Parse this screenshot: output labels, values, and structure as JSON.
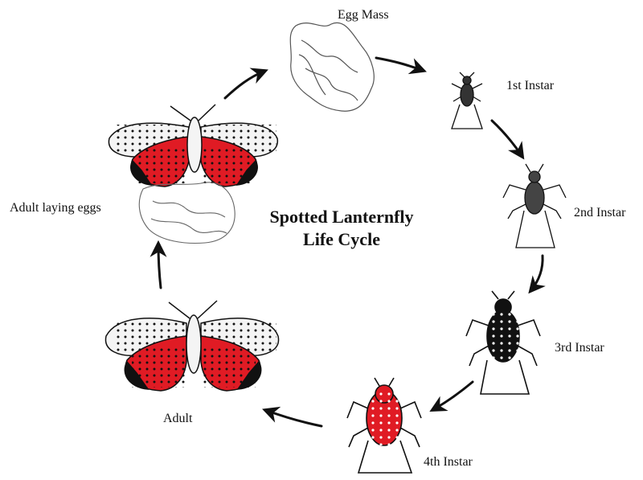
{
  "title": {
    "line1": "Spotted Lanternfly",
    "line2": "Life Cycle"
  },
  "stages": {
    "egg_mass": "Egg Mass",
    "instar1": "1st Instar",
    "instar2": "2nd Instar",
    "instar3": "3rd Instar",
    "instar4": "4th Instar",
    "adult": "Adult",
    "adult_laying": "Adult laying eggs"
  },
  "colors": {
    "red": "#e01b24",
    "ink": "#111111",
    "wing_light": "#f4f4f4"
  },
  "icons": [
    "egg-mass-illustration",
    "nymph-illustration",
    "adult-lanternfly-illustration",
    "cycle-arrow"
  ]
}
